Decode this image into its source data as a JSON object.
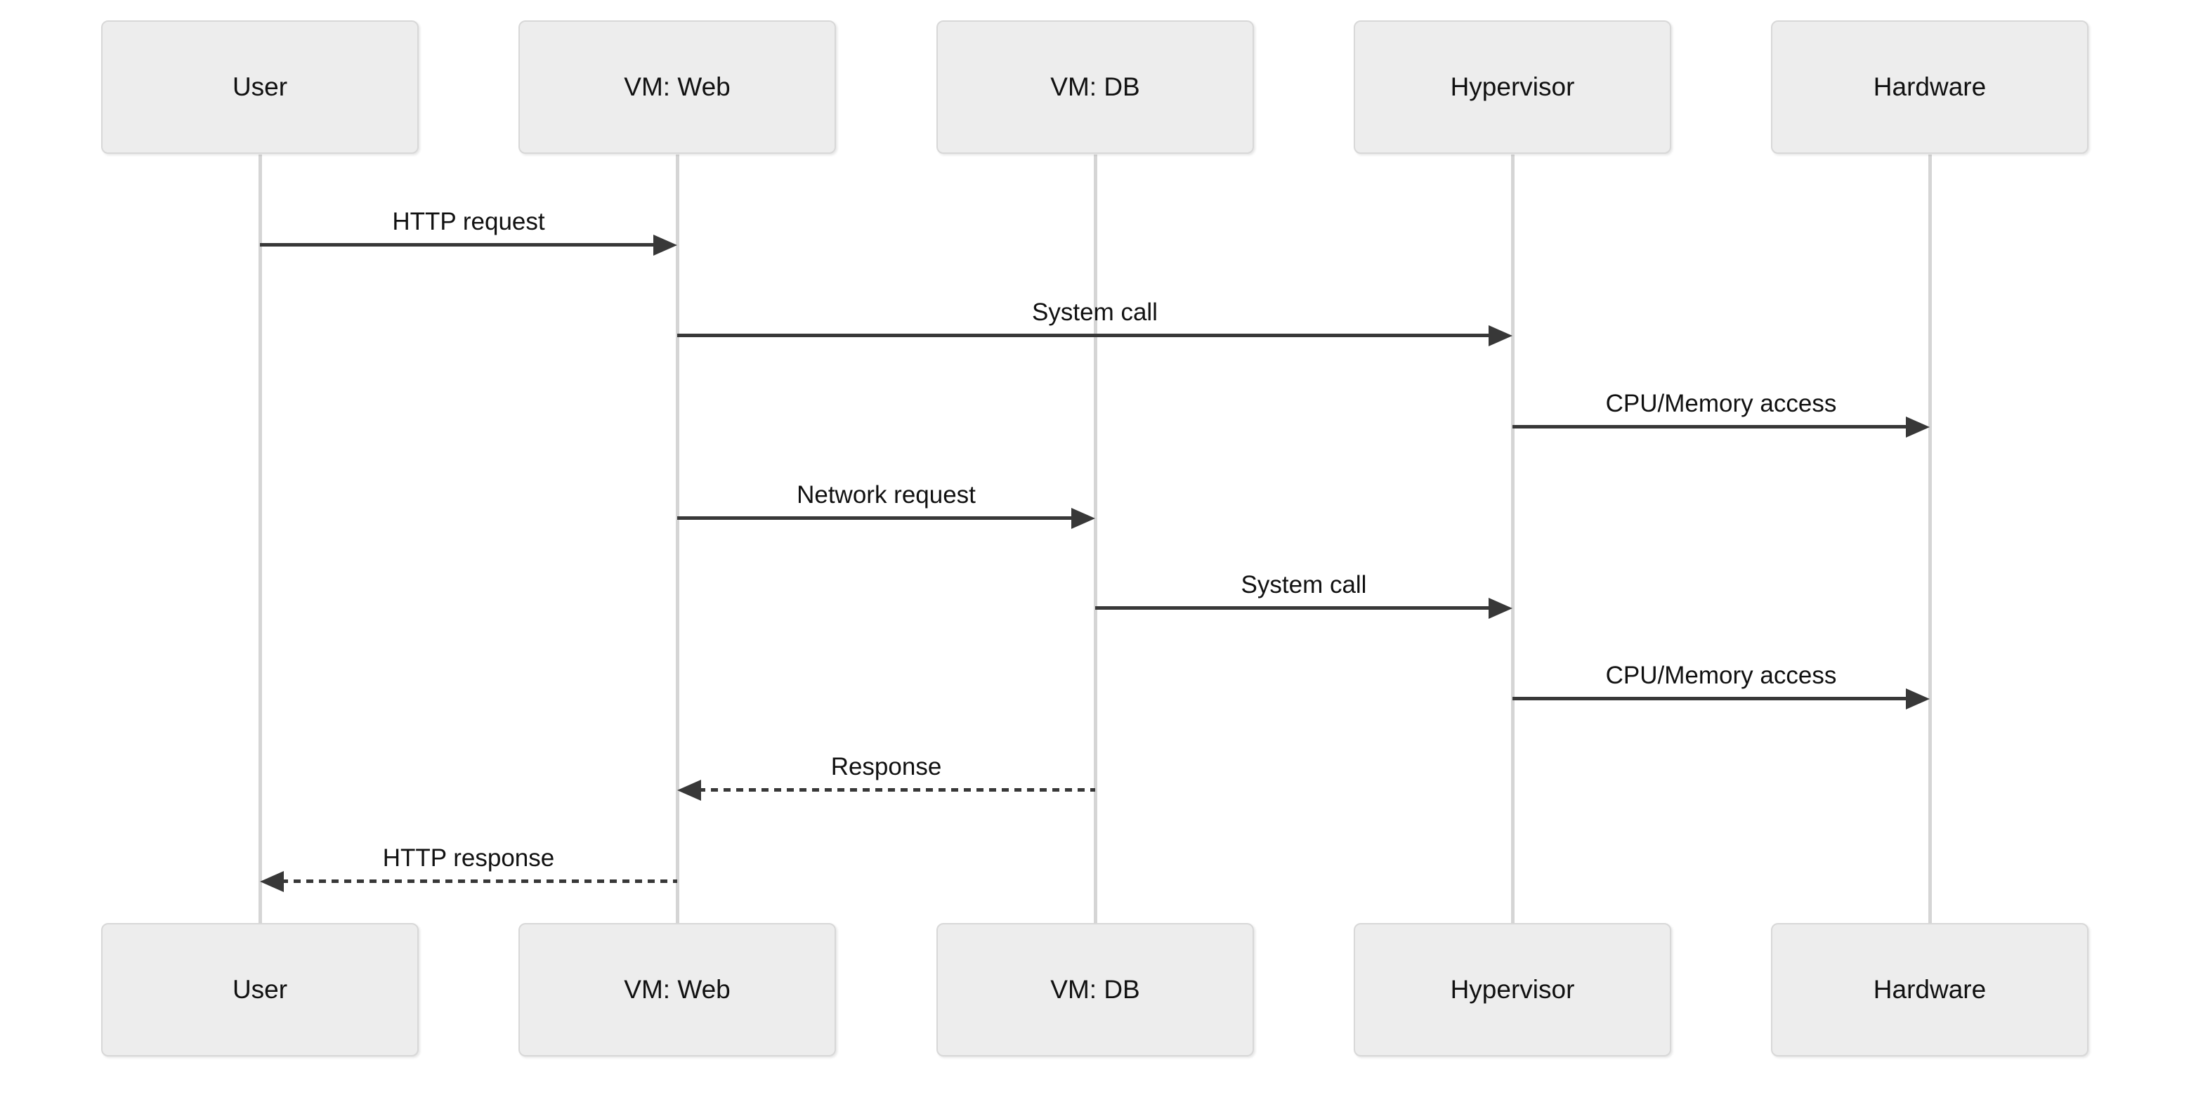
{
  "diagram": {
    "type": "sequence-diagram",
    "background": "#ffffff",
    "participants": [
      {
        "id": "user",
        "label": "User"
      },
      {
        "id": "vm-web",
        "label": "VM: Web"
      },
      {
        "id": "vm-db",
        "label": "VM: DB"
      },
      {
        "id": "hypervisor",
        "label": "Hypervisor"
      },
      {
        "id": "hardware",
        "label": "Hardware"
      }
    ],
    "messages": [
      {
        "from": "User",
        "to": "VM: Web",
        "label": "HTTP request",
        "line": "solid",
        "direction": "right"
      },
      {
        "from": "VM: Web",
        "to": "Hypervisor",
        "label": "System call",
        "line": "solid",
        "direction": "right"
      },
      {
        "from": "Hypervisor",
        "to": "Hardware",
        "label": "CPU/Memory access",
        "line": "solid",
        "direction": "right"
      },
      {
        "from": "VM: Web",
        "to": "VM: DB",
        "label": "Network request",
        "line": "solid",
        "direction": "right"
      },
      {
        "from": "VM: DB",
        "to": "Hypervisor",
        "label": "System call",
        "line": "solid",
        "direction": "right"
      },
      {
        "from": "Hypervisor",
        "to": "Hardware",
        "label": "CPU/Memory access",
        "line": "solid",
        "direction": "right"
      },
      {
        "from": "VM: DB",
        "to": "VM: Web",
        "label": "Response",
        "line": "dashed",
        "direction": "left"
      },
      {
        "from": "VM: Web",
        "to": "User",
        "label": "HTTP response",
        "line": "dashed",
        "direction": "left"
      }
    ],
    "colors": {
      "actor_fill": "#ededed",
      "actor_border": "#d8d8d8",
      "lifeline": "#d5d5d5",
      "arrow": "#383838",
      "text": "#111111",
      "background": "#ffffff"
    }
  }
}
